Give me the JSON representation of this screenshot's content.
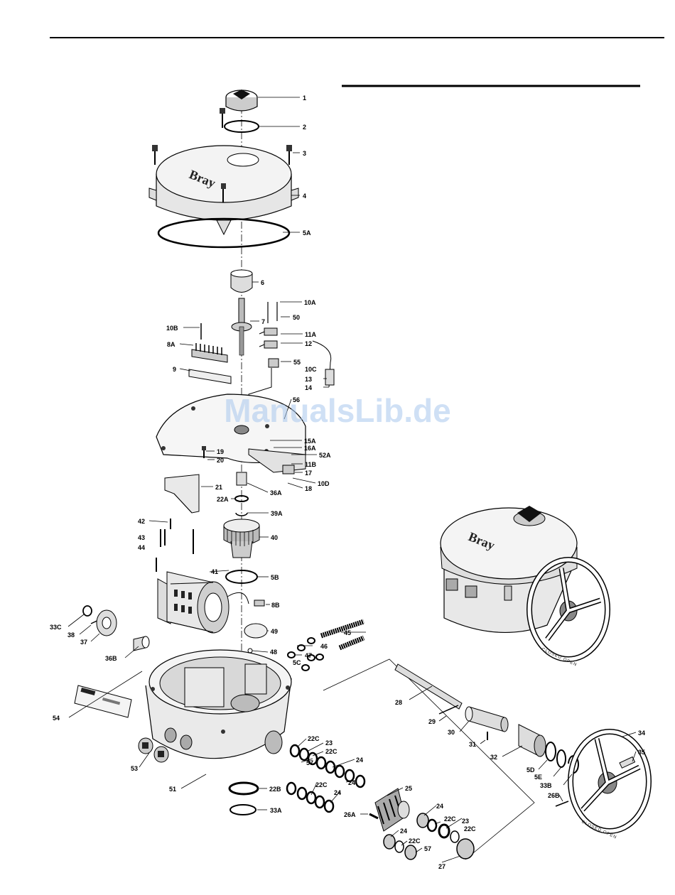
{
  "watermark": "ManualsLib.de",
  "brand_mark": "Bray",
  "handwheel_text": "CLOSED OPEN",
  "part_labels": [
    "1",
    "2",
    "3",
    "4",
    "5A",
    "6",
    "10A",
    "50",
    "7",
    "10B",
    "8A",
    "11A",
    "12",
    "55",
    "10C",
    "13",
    "14",
    "9",
    "56",
    "15A",
    "16A",
    "19",
    "52A",
    "20",
    "11B",
    "17",
    "10D",
    "18",
    "21",
    "36A",
    "22A",
    "39A",
    "42",
    "43",
    "44",
    "40",
    "5B",
    "41",
    "8B",
    "33C",
    "38",
    "37",
    "45",
    "36B",
    "46",
    "48",
    "47",
    "49",
    "5C",
    "54",
    "28",
    "29",
    "30",
    "31",
    "32",
    "34",
    "35",
    "5D",
    "5E",
    "33B",
    "26B",
    "53",
    "51",
    "22C",
    "23",
    "57",
    "24",
    "25",
    "22B",
    "33A",
    "26A",
    "27"
  ]
}
